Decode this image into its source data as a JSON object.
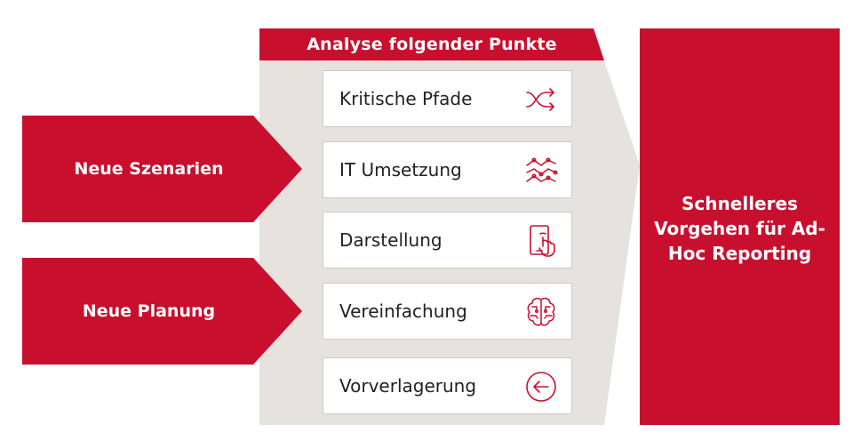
{
  "colors": {
    "accent": "#c8102e",
    "panel": "#e6e2de",
    "box_border": "#cfcac5",
    "text_dark": "#222222"
  },
  "header": {
    "title": "Analyse folgender Punkte"
  },
  "inputs": [
    {
      "label": "Neue Szenarien"
    },
    {
      "label": "Neue Planung"
    }
  ],
  "items": [
    {
      "label": "Kritische Pfade",
      "icon": "shuffle-arrows-icon"
    },
    {
      "label": "IT Umsetzung",
      "icon": "network-lines-icon"
    },
    {
      "label": "Darstellung",
      "icon": "tablet-touch-icon"
    },
    {
      "label": "Vereinfachung",
      "icon": "brain-icon"
    },
    {
      "label": "Vorverlagerung",
      "icon": "arrow-left-circle-icon"
    }
  ],
  "result": {
    "label": "Schnelleres Vorgehen für Ad-Hoc Reporting"
  }
}
